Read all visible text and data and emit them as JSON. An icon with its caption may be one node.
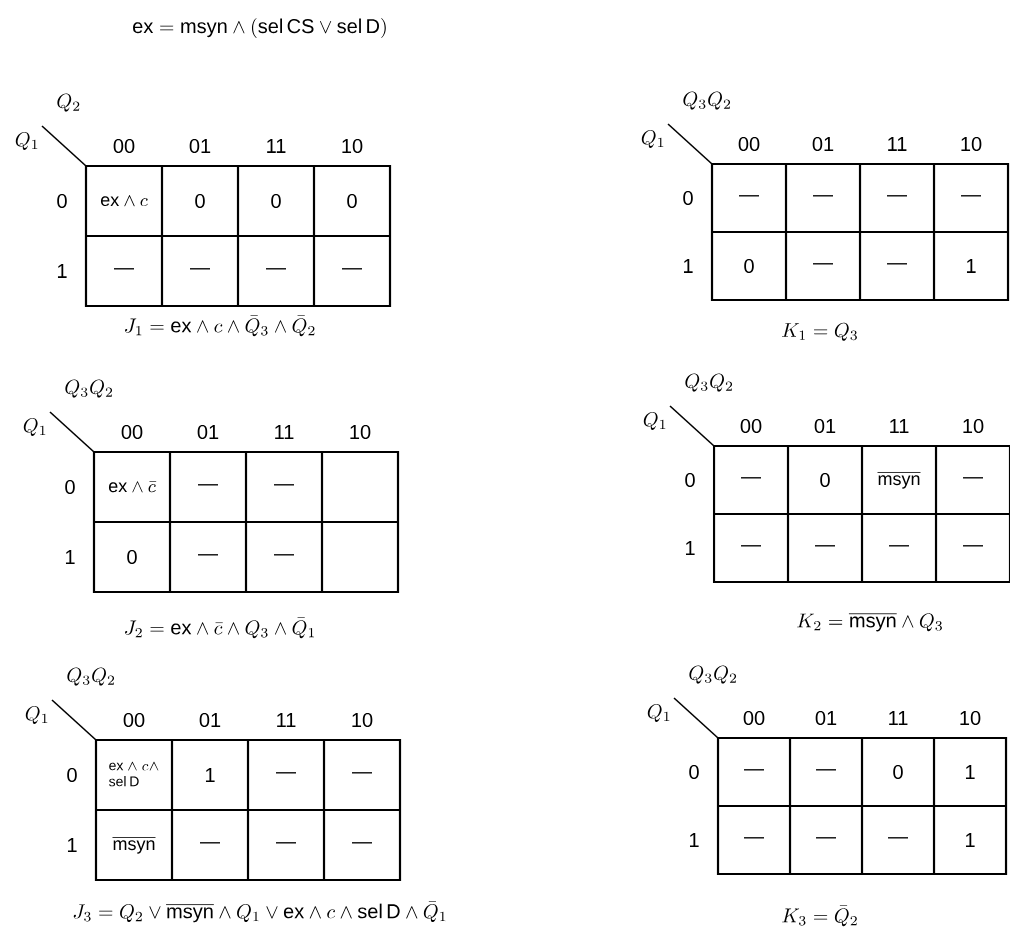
{
  "diagram": {
    "labels": [
      "\\mathrm{ex}=\\mathrm{msyn}\\wedge(\\mathrm{sel\\,CS}\\vee\\mathrm{sel\\,D})",
      "Q_2",
      "Q_1",
      "00",
      "01",
      "11",
      "10",
      "0",
      "1",
      "\\mathrm{ex}\\wedge c",
      "0",
      "0",
      "0",
      "—",
      "—",
      "—",
      "—",
      "J_1=\\mathrm{ex}\\wedge c\\wedge\\bar{Q}_3\\wedge\\bar{Q}_2",
      "Q_3Q_2",
      "Q_1",
      "00",
      "01",
      "11",
      "10",
      "0",
      "1",
      "—",
      "—",
      "—",
      "—",
      "0",
      "—",
      "—",
      "1",
      "K_1=Q_3",
      "Q_3Q_2",
      "Q_1",
      "00",
      "01",
      "11",
      "10",
      "0",
      "1",
      "\\mathrm{ex}\\wedge\\bar{c}",
      "—",
      "—",
      "0",
      "—",
      "—",
      "J_2=\\mathrm{ex}\\wedge\\bar{c}\\wedge Q_3\\wedge\\bar{Q}_1",
      "Q_3Q_2",
      "Q_1",
      "00",
      "01",
      "11",
      "10",
      "0",
      "1",
      "—",
      "0",
      "\\overline{\\mathrm{msyn}}",
      "—",
      "—",
      "—",
      "—",
      "—",
      "K_2=\\overline{\\mathrm{msyn}}\\wedge Q_3",
      "Q_3Q_2",
      "Q_1",
      "00",
      "01",
      "11",
      "10",
      "0",
      "1",
      "\\begin{array}{@{}l@{}}\\mathrm{ex}\\wedge c\\wedge\\\\\\mathrm{sel\\,D}\\end{array}",
      "1",
      "—",
      "—",
      "\\overline{\\mathrm{msyn}}",
      "—",
      "—",
      "—",
      "J_3=Q_2\\vee\\overline{\\mathrm{msyn}}\\wedge Q_1\\vee\\mathrm{ex}\\wedge c\\wedge\\mathrm{sel\\,D}\\wedge\\bar{Q}_1",
      "Q_3Q_2",
      "Q_1",
      "00",
      "01",
      "11",
      "10",
      "0",
      "1",
      "—",
      "—",
      "0",
      "1",
      "—",
      "—",
      "—",
      "1",
      "K_3=\\bar{Q}_2"
    ]
  }
}
